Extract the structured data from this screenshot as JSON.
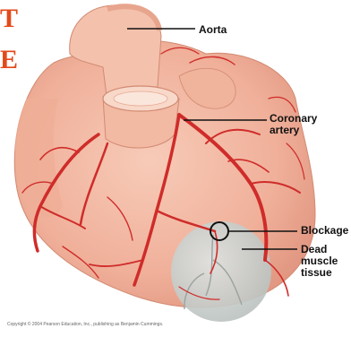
{
  "partial_title": {
    "line1": "T",
    "line2": "E"
  },
  "labels": {
    "aorta": "Aorta",
    "coronary_artery_1": "Coronary",
    "coronary_artery_2": "artery",
    "blockage": "Blockage",
    "dead_1": "Dead",
    "dead_2": "muscle",
    "dead_3": "tissue"
  },
  "copyright": "Copyright © 2004 Pearson Education, Inc., publishing as Benjamin Cummings.",
  "colors": {
    "title": "#e34a1b",
    "heart_fill": "#f2b7a0",
    "heart_shade": "#e39a82",
    "artery": "#cf2c2a",
    "dead_tissue": "#c9cfcd"
  }
}
